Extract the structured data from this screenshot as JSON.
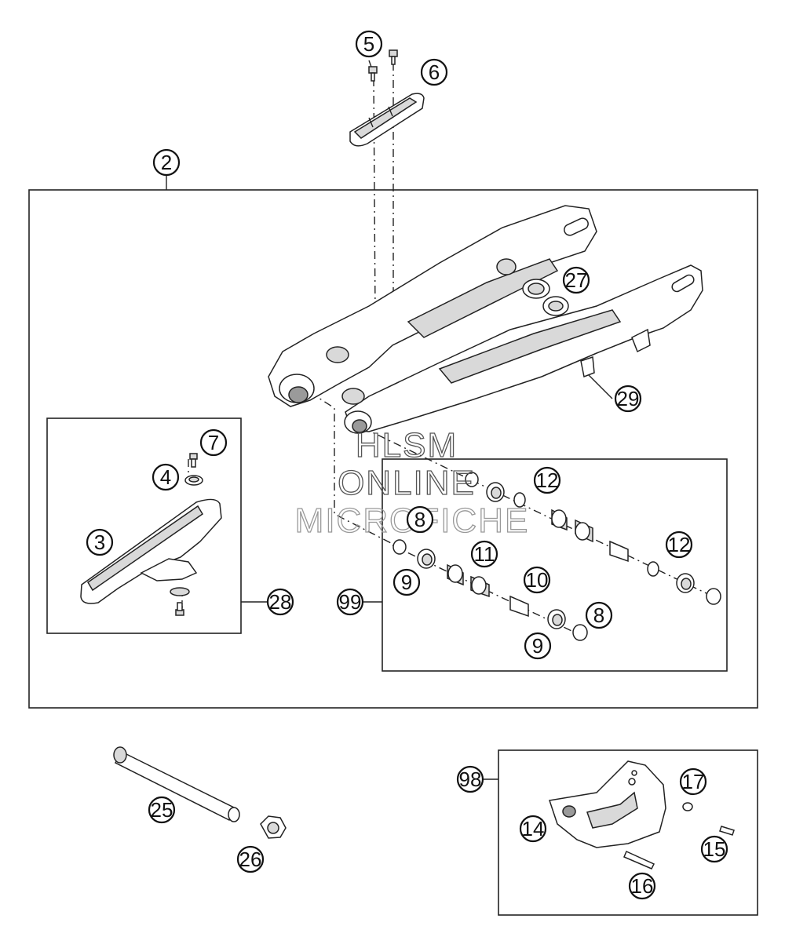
{
  "diagram": {
    "callouts": [
      {
        "id": "c5",
        "label": "5"
      },
      {
        "id": "c6",
        "label": "6"
      },
      {
        "id": "c2",
        "label": "2"
      },
      {
        "id": "c27",
        "label": "27"
      },
      {
        "id": "c29",
        "label": "29"
      },
      {
        "id": "c7",
        "label": "7"
      },
      {
        "id": "c4",
        "label": "4"
      },
      {
        "id": "c3",
        "label": "3"
      },
      {
        "id": "c28",
        "label": "28"
      },
      {
        "id": "c12a",
        "label": "12"
      },
      {
        "id": "c8a",
        "label": "8"
      },
      {
        "id": "c12b",
        "label": "12"
      },
      {
        "id": "c11",
        "label": "11"
      },
      {
        "id": "c9a",
        "label": "9"
      },
      {
        "id": "c10",
        "label": "10"
      },
      {
        "id": "c99",
        "label": "99"
      },
      {
        "id": "c8b",
        "label": "8"
      },
      {
        "id": "c9b",
        "label": "9"
      },
      {
        "id": "c25",
        "label": "25"
      },
      {
        "id": "c26",
        "label": "26"
      },
      {
        "id": "c98",
        "label": "98"
      },
      {
        "id": "c17",
        "label": "17"
      },
      {
        "id": "c14",
        "label": "14"
      },
      {
        "id": "c15",
        "label": "15"
      },
      {
        "id": "c16",
        "label": "16"
      }
    ]
  },
  "watermark": {
    "line1": "HLSM",
    "line2": "ONLINE",
    "line3": "MICROFICHE"
  }
}
